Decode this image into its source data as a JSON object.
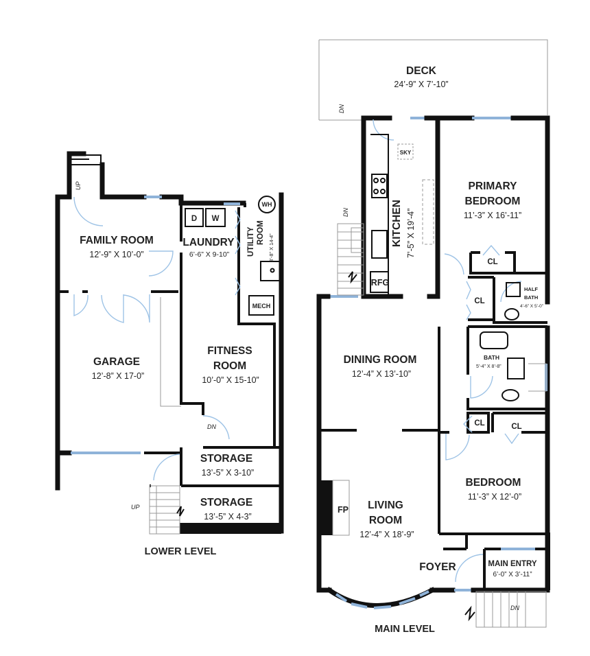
{
  "lower": {
    "level": "LOWER LEVEL",
    "family_room": {
      "name": "FAMILY ROOM",
      "dim": "12’-9” X 10’-0”"
    },
    "laundry": {
      "name": "LAUNDRY",
      "dim": "6’-6” X 9-10”"
    },
    "utility": {
      "name1": "UTILITY",
      "name2": "ROOM",
      "dim": "3’-8” X 14-4”"
    },
    "garage": {
      "name": "GARAGE",
      "dim": "12’-8” X 17-0”"
    },
    "fitness": {
      "name1": "FITNESS",
      "name2": "ROOM",
      "dim": "10’-0” X 15-10”"
    },
    "storage1": {
      "name": "STORAGE",
      "dim": "13’-5” X 3-10”"
    },
    "storage2": {
      "name": "STORAGE",
      "dim": "13’-5” X 4-3”"
    },
    "labels": {
      "wh": "WH",
      "d": "D",
      "w": "W",
      "mech": "MECH",
      "up": "UP",
      "dn": "DN"
    }
  },
  "main": {
    "level": "MAIN LEVEL",
    "deck": {
      "name": "DECK",
      "dim": "24’-9” X 7’-10”"
    },
    "kitchen": {
      "name": "KITCHEN",
      "dim": "7’-5” X 19’-4”"
    },
    "primary": {
      "name1": "PRIMARY",
      "name2": "BEDROOM",
      "dim": "11’-3” X 16’-11”"
    },
    "half_bath": {
      "name1": "HALF",
      "name2": "BATH",
      "dim": "4’-6” X 5’-0”"
    },
    "dining": {
      "name": "DINING ROOM",
      "dim": "12’-4” X 13’-10”"
    },
    "bath": {
      "name": "BATH",
      "dim": "5’-4” X 8’-8”"
    },
    "bedroom": {
      "name": "BEDROOM",
      "dim": "11’-3” X 12’-0”"
    },
    "living": {
      "name1": "LIVING",
      "name2": "ROOM",
      "dim": "12’-4” X 18’-9”"
    },
    "foyer": {
      "name": "FOYER"
    },
    "main_entry": {
      "name": "MAIN ENTRY",
      "dim": "6’-0” X 3’-11”"
    },
    "labels": {
      "cl": "CL",
      "sky": "SKY",
      "rfg": "RFG",
      "fp": "FP",
      "dn": "DN"
    }
  }
}
